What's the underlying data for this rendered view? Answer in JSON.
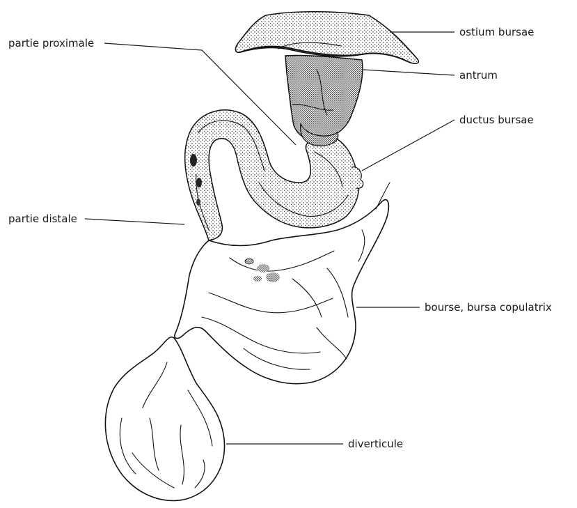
{
  "labels": {
    "ostium_bursae": "ostium bursae",
    "antrum": "antrum",
    "ductus_bursae": "ductus bursae",
    "partie_proximale": "partie proximale",
    "partie_distale": "partie distale",
    "bourse": "bourse, bursa copulatrix",
    "diverticule": "diverticule"
  }
}
